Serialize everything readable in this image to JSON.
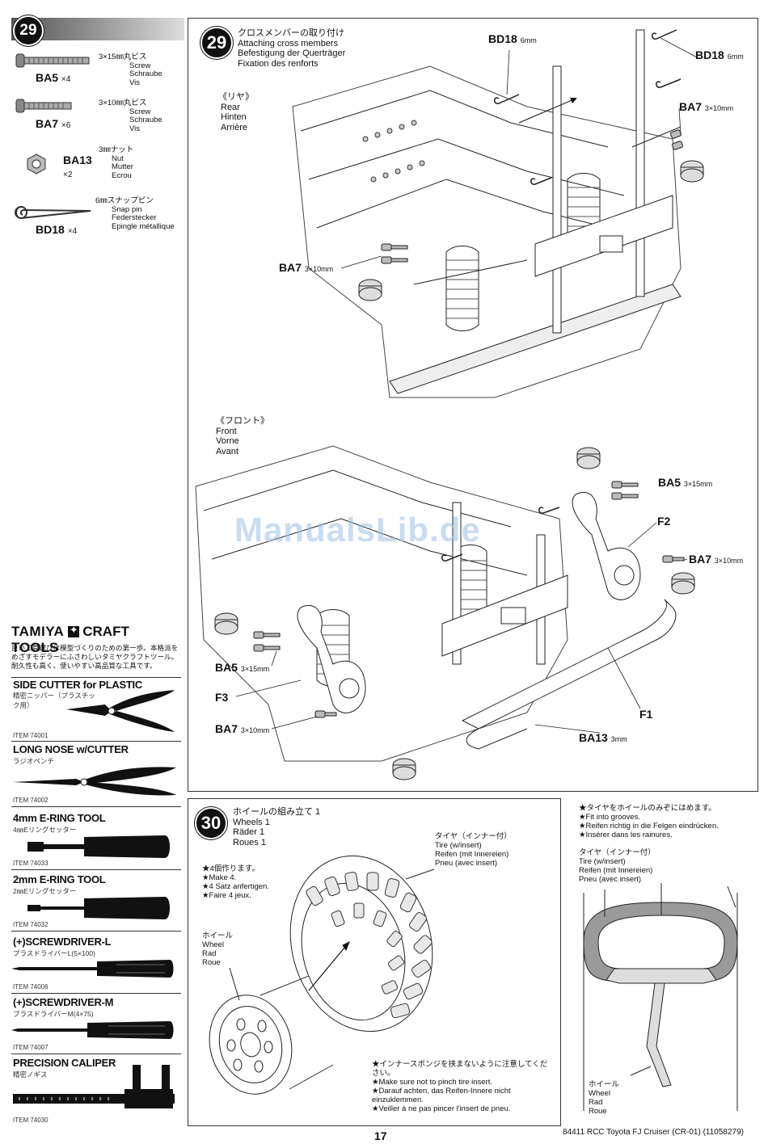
{
  "step29_header": {
    "number": "29"
  },
  "parts": [
    {
      "code": "BA5",
      "qty": "×4",
      "desc": [
        "3×15㎜丸ビス",
        "Screw",
        "Schraube",
        "Vis"
      ]
    },
    {
      "code": "BA7",
      "qty": "×6",
      "desc": [
        "3×10㎜丸ビス",
        "Screw",
        "Schraube",
        "Vis"
      ]
    },
    {
      "code": "BA13",
      "qty": "×2",
      "desc": [
        "3㎜ナット",
        "Nut",
        "Mutter",
        "Ecrou"
      ]
    },
    {
      "code": "BD18",
      "qty": "×4",
      "desc": [
        "6㎜スナップピン",
        "Snap pin",
        "Federstecker",
        "Epingle métallique"
      ]
    }
  ],
  "tools": {
    "brand": "TAMIYA",
    "heading": "CRAFT TOOLS",
    "intro": "良い工具選びは模型づくりのための第一歩。本格派をめざすモデラーにふさわしいタミヤクラフトツール。耐久性も高く、使いやすい高品質な工具です。",
    "items": [
      {
        "name": "SIDE CUTTER for PLASTIC",
        "sub": "精密ニッパー（プラスチック用）",
        "item": "ITEM 74001"
      },
      {
        "name": "LONG NOSE w/CUTTER",
        "sub": "ラジオペンチ",
        "item": "ITEM 74002"
      },
      {
        "name": "4mm E-RING TOOL",
        "sub": "4㎜Eリングセッター",
        "item": "ITEM 74033"
      },
      {
        "name": "2mm E-RING TOOL",
        "sub": "2㎜Eリングセッター",
        "item": "ITEM 74032"
      },
      {
        "name": "(+)SCREWDRIVER-L",
        "sub": "プラスドライバーL(5×100)",
        "item": "ITEM 74006"
      },
      {
        "name": "(+)SCREWDRIVER-M",
        "sub": "プラスドライバーM(4×75)",
        "item": "ITEM 74007"
      },
      {
        "name": "PRECISION CALIPER",
        "sub": "精密ノギス",
        "item": "ITEM 74030"
      }
    ]
  },
  "step29": {
    "number": "29",
    "title": [
      "クロスメンバーの取り付け",
      "Attaching cross members",
      "Befestigung der Querträger",
      "Fixation des renforts"
    ],
    "rear": [
      "《リヤ》",
      "Rear",
      "Hinten",
      "Arrière"
    ],
    "front": [
      "《フロント》",
      "Front",
      "Vorne",
      "Avant"
    ],
    "labels": {
      "bd18_a": "BD18",
      "bd18_a_size": "6mm",
      "bd18_b": "BD18",
      "bd18_b_size": "6mm",
      "ba7_a": "BA7",
      "ba7_a_size": "3×10mm",
      "ba7_b": "BA7",
      "ba7_b_size": "3×10mm",
      "ba5_a": "BA5",
      "ba5_a_size": "3×15mm",
      "f2": "F2",
      "ba7_c": "BA7",
      "ba7_c_size": "3×10mm",
      "ba5_b": "BA5",
      "ba5_b_size": "3×15mm",
      "f3": "F3",
      "ba7_d": "BA7",
      "ba7_d_size": "3×10mm",
      "f1": "F1",
      "ba13": "BA13",
      "ba13_size": "3mm"
    },
    "watermark": "ManualsLib.de"
  },
  "step30": {
    "number": "30",
    "title": [
      "ホイールの組み立て 1",
      "Wheels 1",
      "Räder 1",
      "Roues 1"
    ],
    "make4": [
      "★4個作ります。",
      "★Make 4.",
      "★4 Satz anfertigen.",
      "★Faire 4 jeux."
    ],
    "tire": [
      "タイヤ（インナー付）",
      "Tire (w/insert)",
      "Reifen (mit Innereien)",
      "Pneu (avec insert)"
    ],
    "wheel": [
      "ホイール",
      "Wheel",
      "Rad",
      "Roue"
    ],
    "fit": [
      "★タイヤをホイールのみぞにはめます。",
      "★Fit into grooves.",
      "★Reifen richtig in die Felgen eindrücken.",
      "★Insérer dans les rainures."
    ],
    "tire2": [
      "タイヤ（インナー付）",
      "Tire (w/insert)",
      "Reifen (mit Innereien)",
      "Pneu (avec insert)"
    ],
    "pinch": [
      "★インナースポンジを挟まないように注意してください。",
      "★Make sure not to pinch tire insert.",
      "★Darauf achten, das Reifen-Innere nicht einzuklemmen.",
      "★Veiller à ne pas pincer l'insert de pneu."
    ],
    "wheel2": [
      "ホイール",
      "Wheel",
      "Rad",
      "Roue"
    ]
  },
  "footer": {
    "page": "17",
    "model": "84411 RCC Toyota FJ Cruiser (CR-01) (11058279)"
  }
}
